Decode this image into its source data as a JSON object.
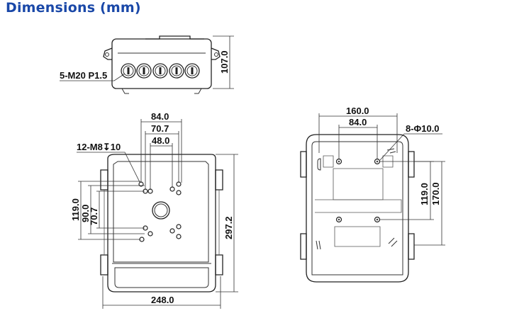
{
  "title": "Dimensions (mm)",
  "top_view": {
    "thread_label": "5-M20 P1.5",
    "height_label": "107.0"
  },
  "front_view": {
    "screw_label": "12-M8↧10",
    "width_84": "84.0",
    "width_70": "70.7",
    "width_48": "48.0",
    "height_119": "119.0",
    "height_90": "90.0",
    "height_70": "70.7",
    "height_297": "297.2",
    "width_248": "248.0"
  },
  "back_view": {
    "width_160": "160.0",
    "width_84": "84.0",
    "hole_label": "8-Φ10.0",
    "height_119": "119.0",
    "height_170": "170.0"
  }
}
